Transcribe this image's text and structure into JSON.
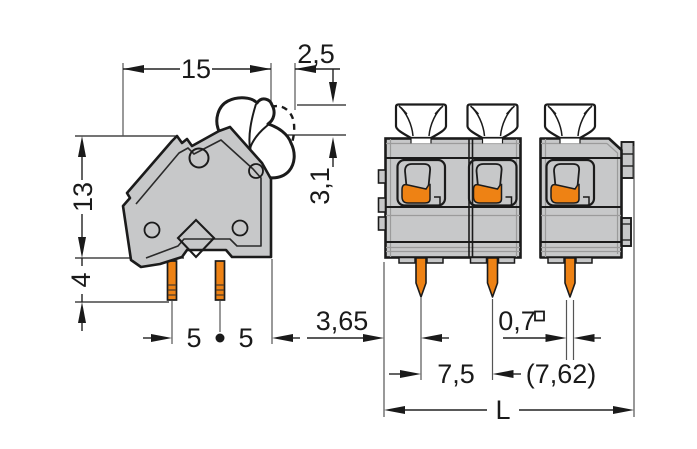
{
  "drawing": {
    "type": "terminal-block-dimension-drawing",
    "views": [
      "side-view",
      "front-view"
    ],
    "colors": {
      "body_gray": "#c7c8c9",
      "clamp_orange": "#ee8214",
      "line_dark": "#1b1b1b",
      "background": "#ffffff"
    },
    "dims": {
      "width_top": "15",
      "lever_offset": "2,5",
      "body_height": "13",
      "lever_travel": "3,1",
      "pin_length": "4",
      "pin_pitch_a": "5",
      "pin_pitch_b": "5",
      "edge_to_pin": "3,65",
      "pin_square": "0,7",
      "pole_pitch": "7,5",
      "pole_pitch_alt": "(7,62)",
      "total_length": "L"
    }
  }
}
